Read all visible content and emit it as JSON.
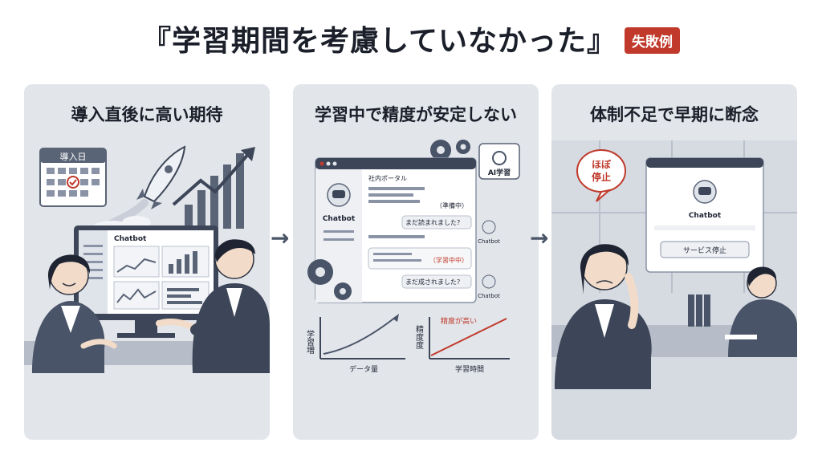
{
  "title": {
    "main": "『学習期間を考慮していなかった』",
    "badge": "失敗例",
    "accent": "#c0392b"
  },
  "panels": [
    {
      "heading": "導入直後に高い期待",
      "calendar_label": "導入日",
      "screen_title": "Chatbot"
    },
    {
      "heading": "学習中で精度が安定しない",
      "window_header": "社内ポータル",
      "bot_label": "Chatbot",
      "ai_badge": "AI学習",
      "status_preparing": "（準備中）",
      "question_1": "まだ読まれました?",
      "status_learning": "（学習中中）",
      "question_2": "まだ成されました?",
      "bot_small_1": "Chatbot",
      "bot_small_2": "Chatbot",
      "graph1_ylabel": "学習増",
      "graph1_xlabel": "データ量",
      "graph2_ylabel": "精度度",
      "graph2_note": "精度が高い",
      "graph2_xlabel": "学習時間"
    },
    {
      "heading": "体制不足で早期に断念",
      "bubble_line1": "ほぼ",
      "bubble_line2": "停止",
      "bot_label": "Chatbot",
      "service_button": "サービス停止"
    }
  ],
  "arrows": [
    "→",
    "→"
  ]
}
